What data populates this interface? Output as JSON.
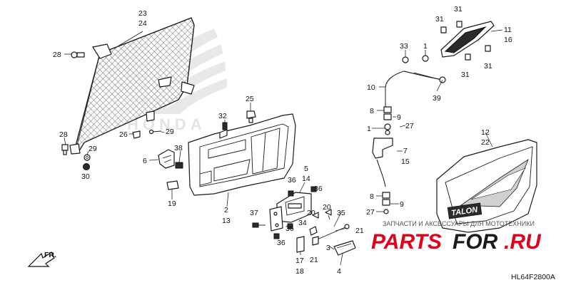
{
  "diagram": {
    "code": "HL64F2800A",
    "front_arrow_label": "FR.",
    "logo_text": "HONDA",
    "panel_badge_text": "TALON"
  },
  "watermark": {
    "line1": "ЗАПЧАСТИ И АКСЕССУАРЫ ДЛЯ МОТОТЕХНИКИ",
    "brand_red": "PARTS",
    "brand_dark": "FOR",
    "brand_suffix": ".RU",
    "red_color": "#e2001a"
  },
  "callouts": {
    "c23": "23",
    "c24": "24",
    "c28a": "28",
    "c28b": "28",
    "c29a": "29",
    "c30": "30",
    "c26": "26",
    "c29b": "29",
    "c6": "6",
    "c38": "38",
    "c19": "19",
    "c25": "25",
    "c32": "32",
    "c2": "2",
    "c13": "13",
    "c5": "5",
    "c14": "14",
    "c36a": "36",
    "c36b": "36",
    "c36c": "36",
    "c36d": "36",
    "c37": "37",
    "c34": "34",
    "c20a": "20",
    "c20b": "20",
    "c35": "35",
    "c21a": "21",
    "c21b": "21",
    "c17": "17",
    "c18": "18",
    "c3": "3",
    "c4": "4",
    "c33": "33",
    "c1a": "1",
    "c10": "10",
    "c39": "39",
    "c8a": "8",
    "c9a": "9",
    "c1b": "1",
    "c27a": "27",
    "c7": "7",
    "c15": "15",
    "c8b": "8",
    "c9b": "9",
    "c27b": "27",
    "c31a": "31",
    "c31b": "31",
    "c31c": "31",
    "c31d": "31",
    "c11": "11",
    "c16": "16",
    "c12": "12",
    "c22": "22"
  }
}
